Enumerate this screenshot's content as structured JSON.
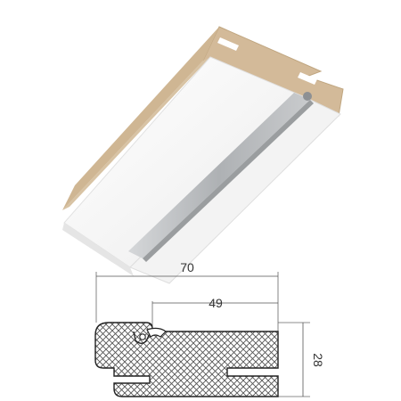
{
  "dimensions": {
    "width": "70",
    "inner_width": "49",
    "height": "28"
  },
  "colors": {
    "mdf_core": "#d2b998",
    "mdf_core_dark": "#b79d7b",
    "white_surface": "#f7f7f7",
    "white_shadow": "#e3e3e3",
    "seal_gray": "#b5b8bb",
    "dimension_line": "#555555",
    "section_outline": "#222222",
    "hatch": "#555555"
  },
  "icons": {
    "product": "door-frame-profile-render",
    "section": "cross-section-drawing-icon"
  }
}
